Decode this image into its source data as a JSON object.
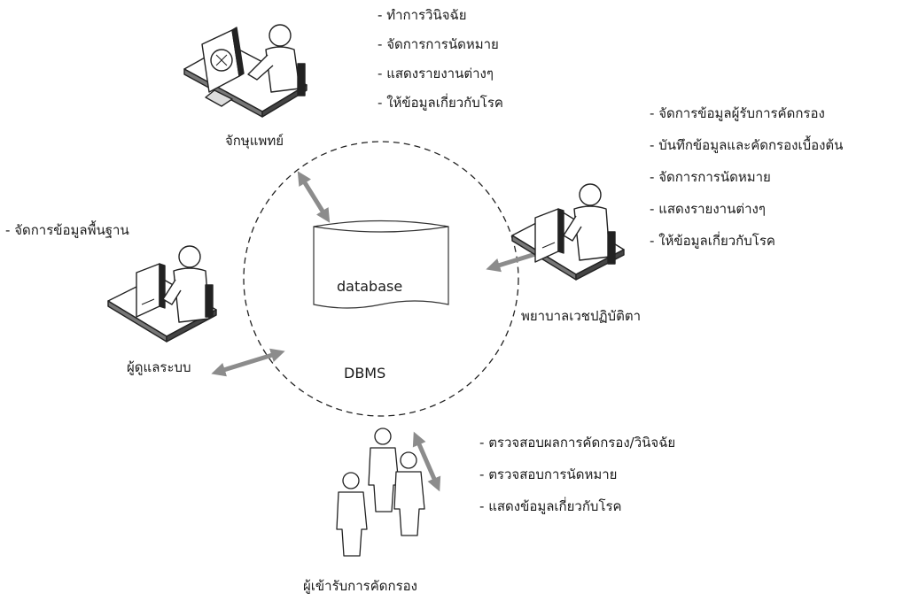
{
  "center": {
    "database_label": "database",
    "dbms_label": "DBMS"
  },
  "ophthalmologist": {
    "label": "จักษุแพทย์",
    "functions": [
      "ทำการวินิจฉัย",
      "จัดการการนัดหมาย",
      "แสดงรายงานต่างๆ",
      "ให้ข้อมูลเกี่ยวกับโรค"
    ]
  },
  "nurse": {
    "label": "พยาบาลเวชปฏิบัติตา",
    "functions": [
      "จัดการข้อมูลผู้รับการคัดกรอง",
      "บันทึกข้อมูลและคัดกรองเบื้องต้น",
      "จัดการการนัดหมาย",
      "แสดงรายงานต่างๆ",
      "ให้ข้อมูลเกี่ยวกับโรค"
    ]
  },
  "admin": {
    "label": "ผู้ดูแลระบบ",
    "functions": [
      "จัดการข้อมูลพื้นฐาน"
    ]
  },
  "patient": {
    "label": "ผู้เข้ารับการคัดกรอง",
    "functions": [
      "ตรวจสอบผลการคัดกรอง/วินิจฉัย",
      "ตรวจสอบการนัดหมาย",
      "แสดงข้อมูลเกี่ยวกับโรค"
    ]
  }
}
